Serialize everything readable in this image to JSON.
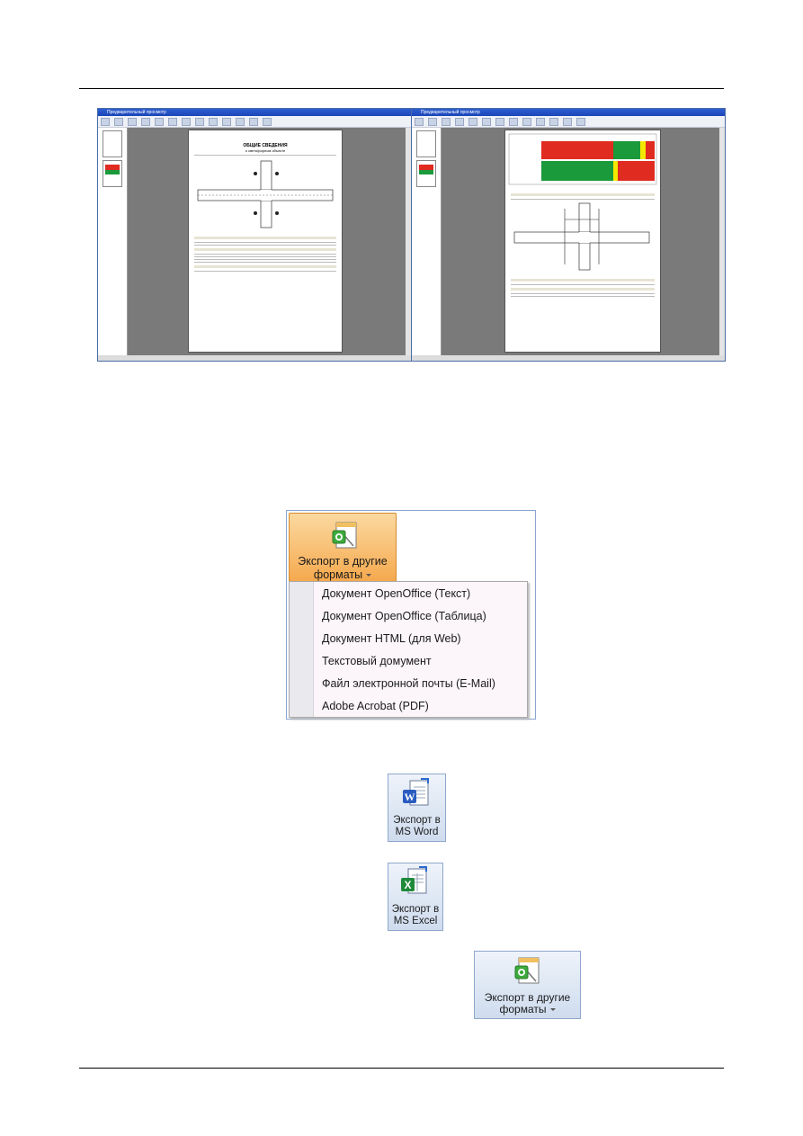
{
  "preview_window_title": "Предварительный просмотр",
  "page1": {
    "heading": "ОБЩИЕ СВЕДЕНИЯ",
    "subheading": "о светофорном объекте"
  },
  "export_menu": {
    "button_line1": "Экспорт в другие",
    "button_line2": "форматы",
    "items": [
      "Документ OpenOffice (Текст)",
      "Документ OpenOffice (Таблица)",
      "Документ HTML (для Web)",
      "Текстовый домумент",
      "Файл электронной почты (E-Mail)",
      "Adobe Acrobat (PDF)"
    ]
  },
  "buttons": {
    "word_line1": "Экспорт в",
    "word_line2": "MS Word",
    "excel_line1": "Экспорт в",
    "excel_line2": "MS Excel",
    "other_line1": "Экспорт в другие",
    "other_line2": "форматы"
  },
  "colors": {
    "accent_orange": "#f5a94e",
    "ribbon_blue": "#cfdcee",
    "chart_red": "#e02b20",
    "chart_green": "#1a9a3a",
    "chart_yellow": "#f5e800"
  }
}
